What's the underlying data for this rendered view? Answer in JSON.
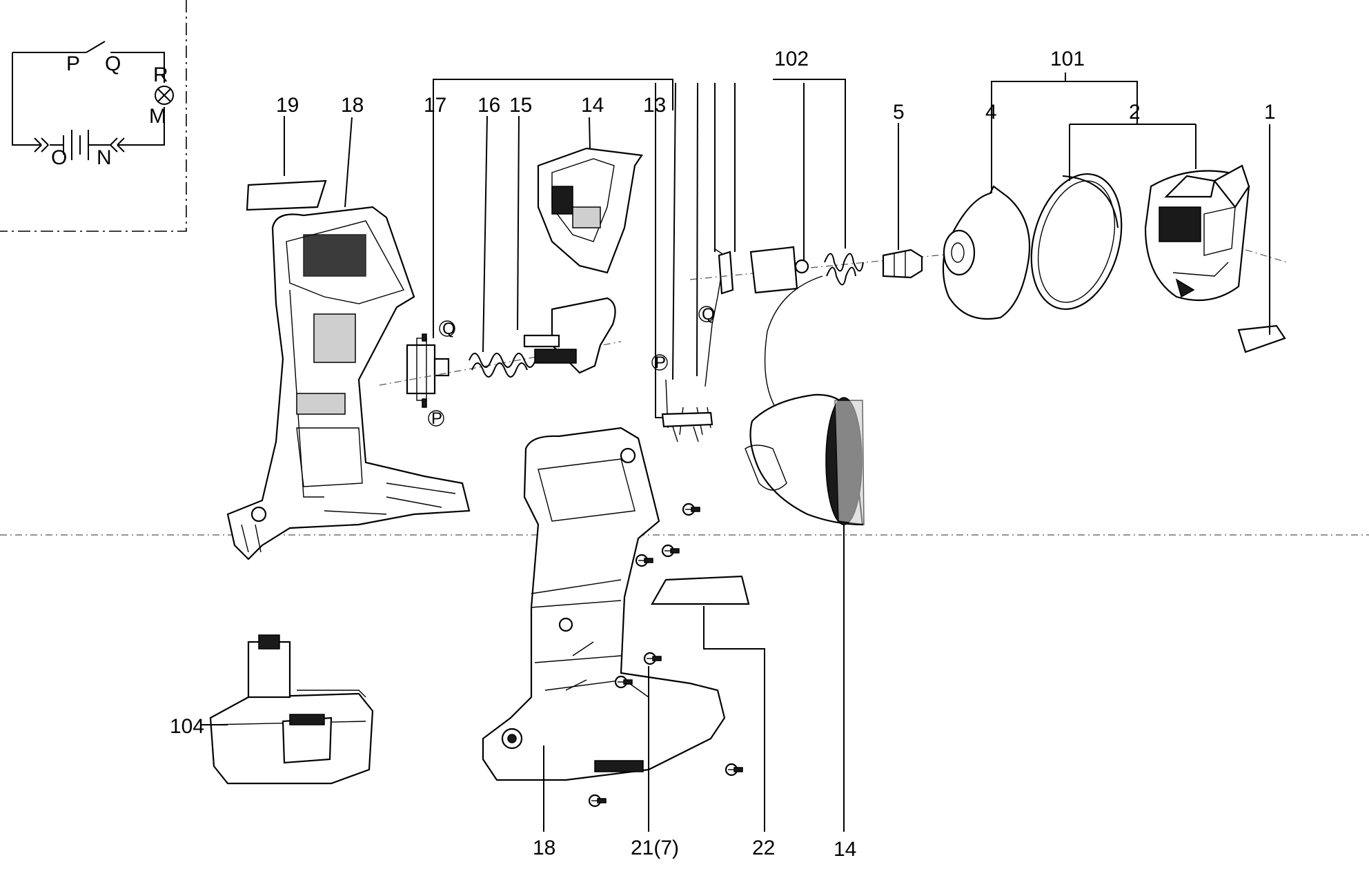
{
  "schematic": {
    "P": "P",
    "Q": "Q",
    "R": "R",
    "M": "M",
    "O": "O",
    "N": "N"
  },
  "callouts": {
    "c1": "1",
    "c2": "2",
    "c4": "4",
    "c5": "5",
    "c13": "13",
    "c14_top": "14",
    "c14_bottom": "14",
    "c15": "15",
    "c16": "16",
    "c17": "17",
    "c18_top": "18",
    "c18_bottom": "18",
    "c19": "19",
    "c21": "21(7)",
    "c22": "22",
    "c101": "101",
    "c102": "102",
    "c104": "104"
  },
  "markers": {
    "Q_circle": "Q",
    "P_circle": "P",
    "P_circle2": "P",
    "Q_circle2": "Q"
  }
}
